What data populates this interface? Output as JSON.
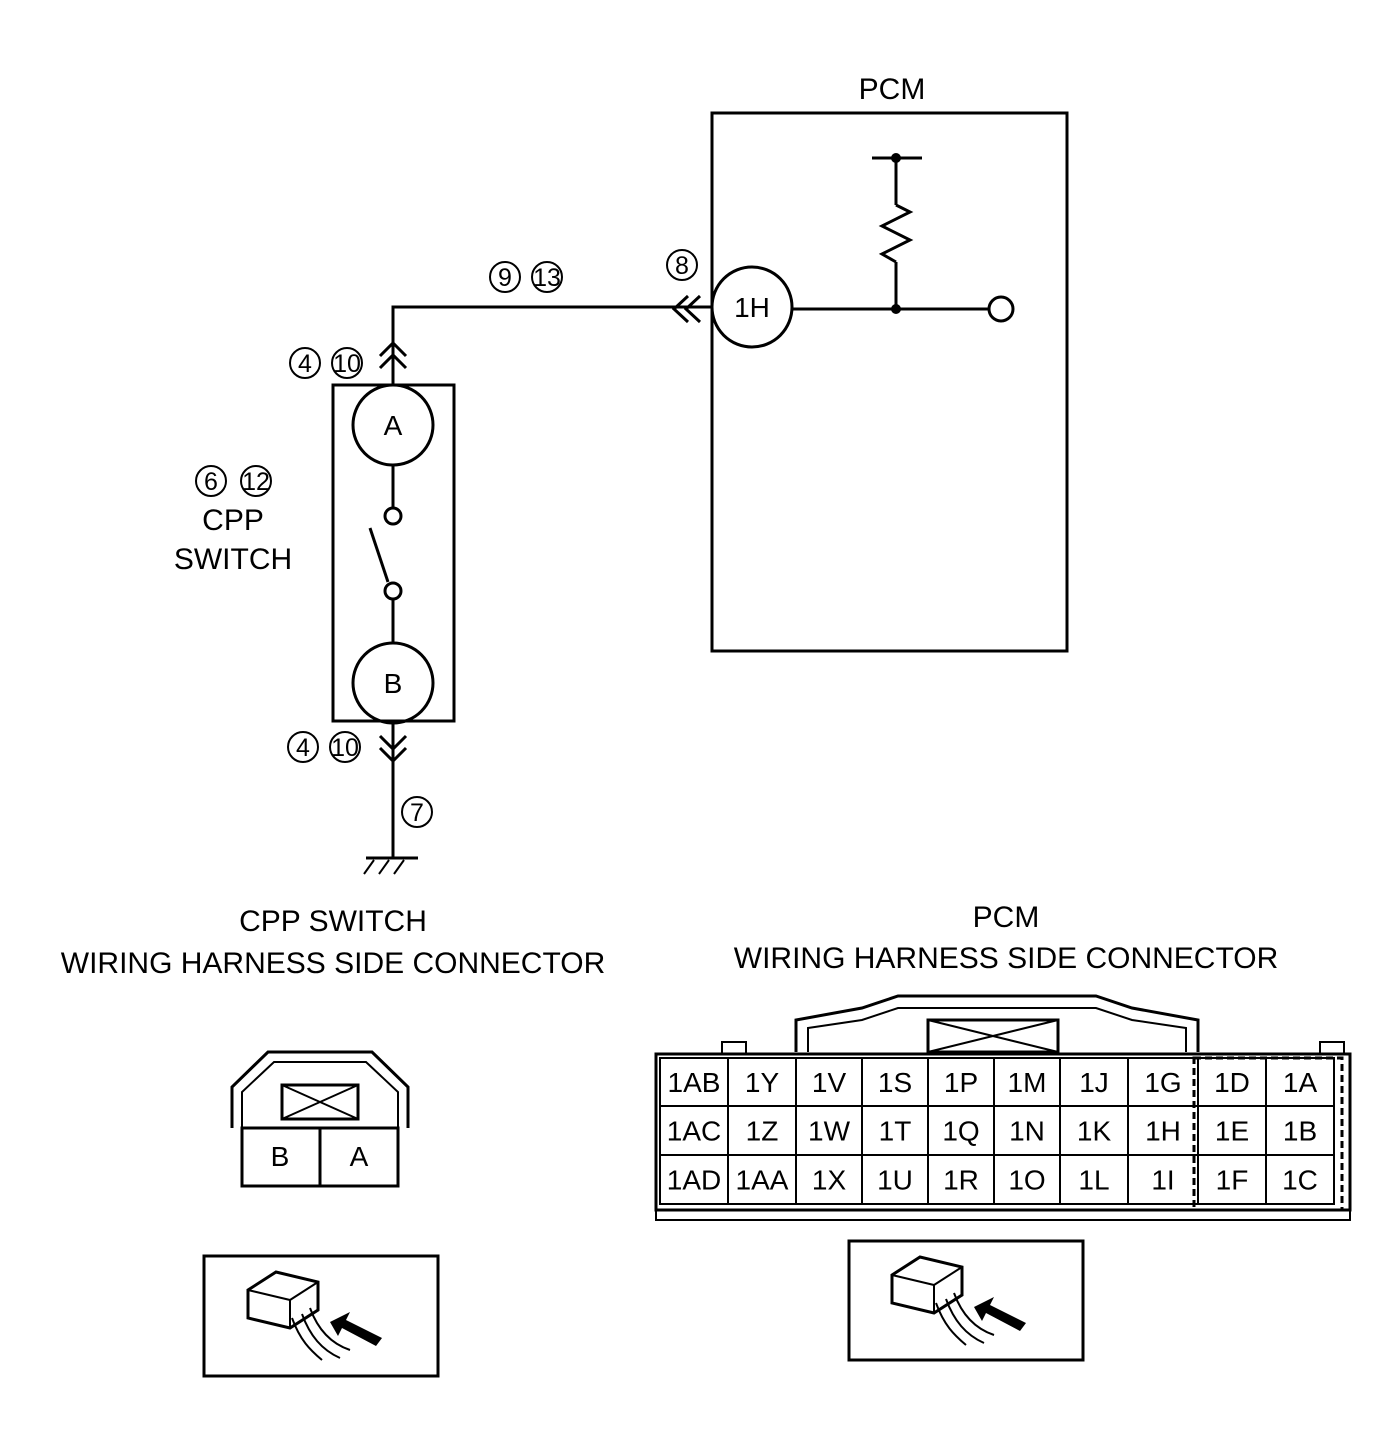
{
  "pcm": {
    "label": "PCM",
    "terminal": "1H",
    "callout_terminal": "8"
  },
  "wire": {
    "callouts": [
      "9",
      "13"
    ]
  },
  "cpp_switch": {
    "callouts": [
      "6",
      "12"
    ],
    "label_line1": "CPP",
    "label_line2": "SWITCH",
    "terminal_a": "A",
    "terminal_b": "B",
    "connector_a_callouts": [
      "4",
      "10"
    ],
    "connector_b_callouts": [
      "4",
      "10"
    ],
    "ground_callout": "7"
  },
  "cpp_connector_view": {
    "title_line1": "CPP SWITCH",
    "title_line2": "WIRING HARNESS SIDE CONNECTOR",
    "pins": [
      "B",
      "A"
    ]
  },
  "pcm_connector_view": {
    "title_line1": "PCM",
    "title_line2": "WIRING HARNESS SIDE CONNECTOR",
    "rows": [
      [
        "1AB",
        "1Y",
        "1V",
        "1S",
        "1P",
        "1M",
        "1J",
        "1G",
        "1D",
        "1A"
      ],
      [
        "1AC",
        "1Z",
        "1W",
        "1T",
        "1Q",
        "1N",
        "1K",
        "1H",
        "1E",
        "1B"
      ],
      [
        "1AD",
        "1AA",
        "1X",
        "1U",
        "1R",
        "1O",
        "1L",
        "1I",
        "1F",
        "1C"
      ]
    ]
  }
}
